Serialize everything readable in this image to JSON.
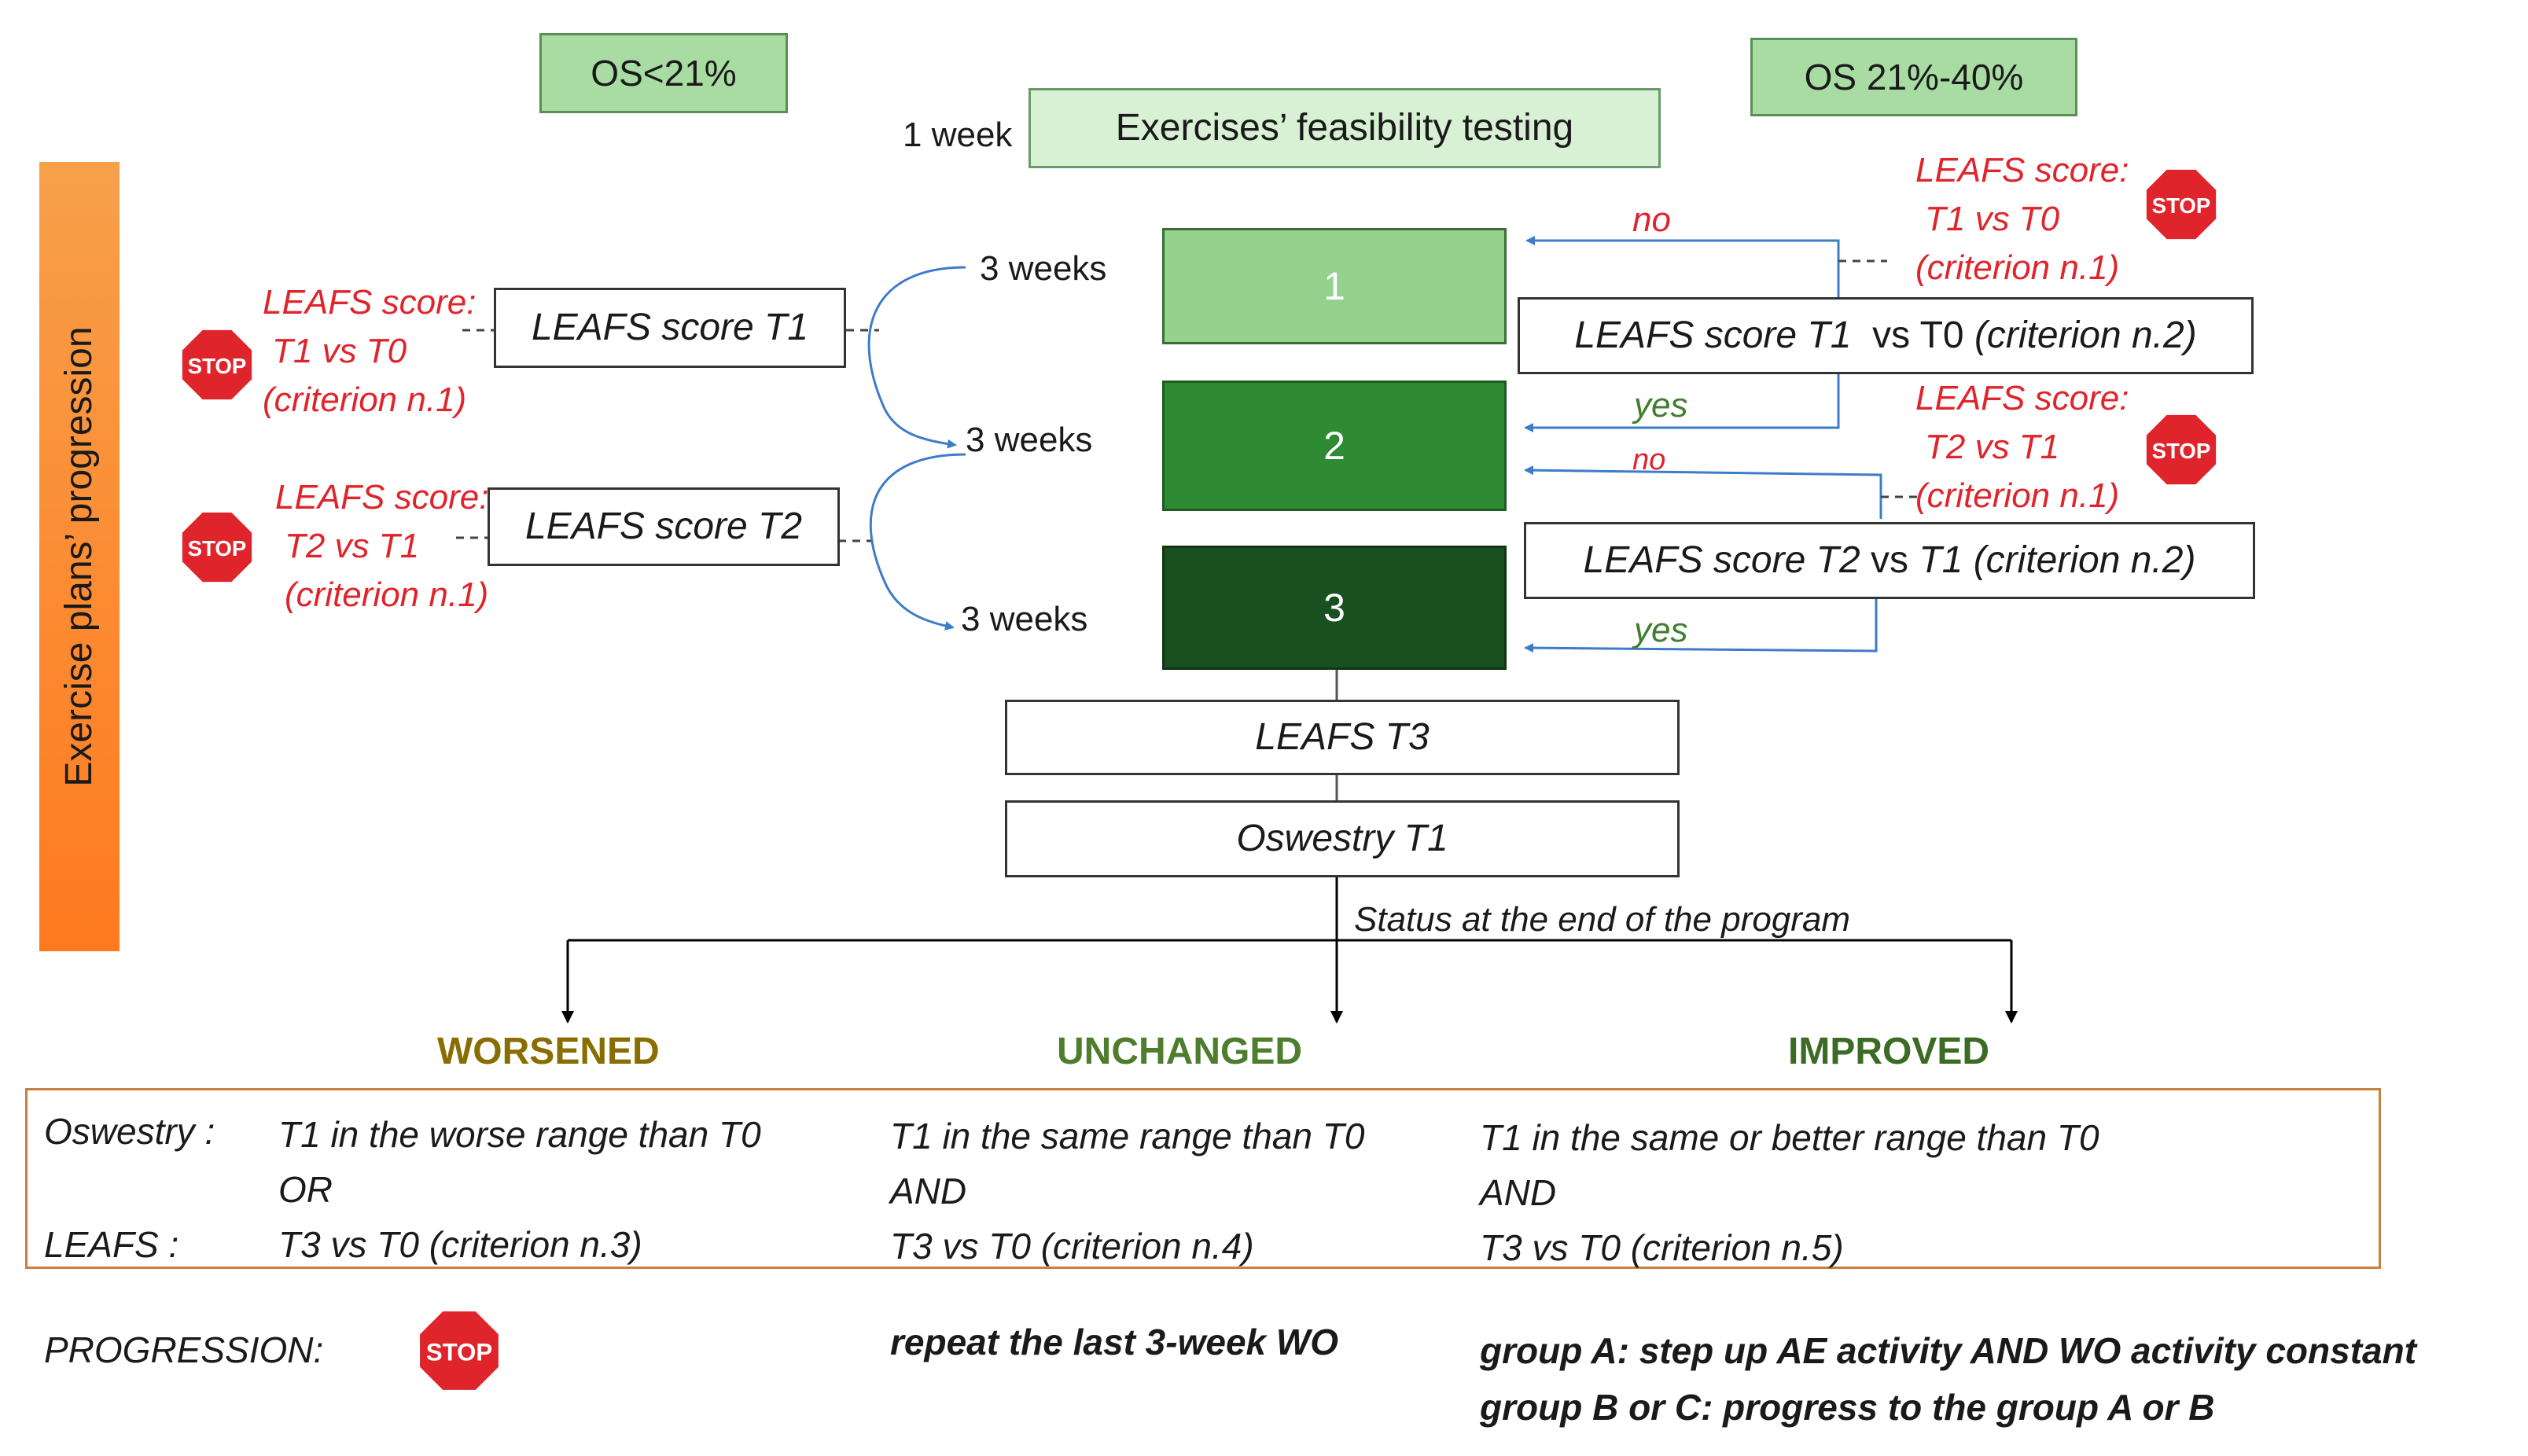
{
  "header": {
    "left_group": "OS<21%",
    "right_group": "OS 21%-40%",
    "feasibility_duration": "1 week",
    "feasibility_label": "Exercises’ feasibility testing"
  },
  "sidebar": {
    "label": "Exercise plans’ progression"
  },
  "levels": [
    {
      "id": "1",
      "color": "#95d28e",
      "text_color": "#ffffff"
    },
    {
      "id": "2",
      "color": "#2f8a34",
      "text_color": "#ffffff"
    },
    {
      "id": "3",
      "color": "#1a5020",
      "text_color": "#ffffff"
    }
  ],
  "durations": [
    "3 weeks",
    "3 weeks",
    "3 weeks"
  ],
  "left_checks": [
    {
      "box": "LEAFS score T1",
      "crit_title": "LEAFS score:",
      "crit_cmp": "T1 vs T0",
      "crit_num": "(criterion n.1)"
    },
    {
      "box": "LEAFS score T2",
      "crit_title": "LEAFS score:",
      "crit_cmp": "T2 vs T1",
      "crit_num": "(criterion n.1)"
    }
  ],
  "right_checks": [
    {
      "box_pre": "LEAFS score T1",
      "box_vs": "vs T0",
      "box_post": "(criterion n.2)",
      "crit_title": "LEAFS score:",
      "crit_cmp": "T1 vs T0",
      "crit_num": "(criterion n.1)",
      "no": "no",
      "yes": "yes"
    },
    {
      "box_pre": "LEAFS score T2",
      "box_vs": "vs",
      "box_post": "T1 (criterion n.2)",
      "crit_title": "LEAFS score:",
      "crit_cmp": "T2 vs T1",
      "crit_num": "(criterion n.1)",
      "no": "no",
      "yes": "yes"
    }
  ],
  "final_boxes": {
    "leafs": "LEAFS T3",
    "oswestry": "Oswestry T1"
  },
  "status_label": "Status at the end of the program",
  "outcomes": [
    {
      "title": "WORSENED",
      "color": "#8a6d00",
      "line1": "T1 in the worse range than T0",
      "line2": "OR",
      "line3": "T3 vs T0 (criterion n.3)"
    },
    {
      "title": "UNCHANGED",
      "color": "#4e7d2e",
      "line1": "T1 in the same range than T0",
      "line2": "AND",
      "line3": "T3 vs T0 (criterion n.4)"
    },
    {
      "title": "IMPROVED",
      "color": "#3b6b24",
      "line1": "T1 in the same or better range than T0",
      "line2": "AND",
      "line3": "T3 vs T0 (criterion n.5)"
    }
  ],
  "table_labels": {
    "oswestry": "Oswestry :",
    "leafs": "LEAFS :"
  },
  "progression": {
    "label": "PROGRESSION:",
    "unchanged": "repeat the last 3-week WO",
    "improved_line1": "group A: step up AE activity AND WO activity constant",
    "improved_line2": "group B or C: progress to the group A or B"
  },
  "icons": {
    "stop": "stop-sign-icon",
    "stop_text": "STOP"
  },
  "colors": {
    "arrow": "#3d7cc9",
    "stop_red": "#e0242b",
    "sidebar_top": "#f7a04a",
    "sidebar_bottom": "#ff7a1f"
  }
}
